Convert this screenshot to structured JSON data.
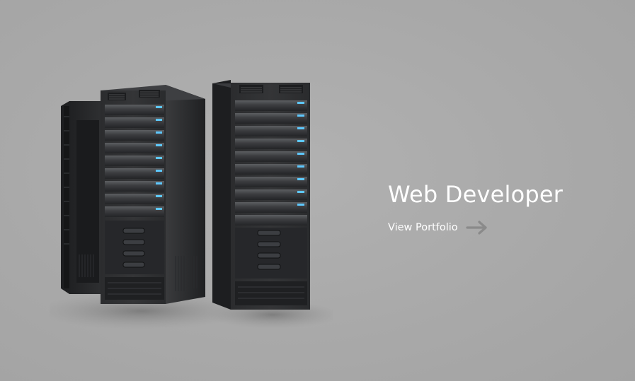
{
  "hero": {
    "headline": "Web Developer",
    "cta_label": "View Portfolio",
    "illustration": "server-racks",
    "cta_icon": "arrow-right-icon"
  },
  "colors": {
    "background": "#aaaaaa",
    "text": "#ffffff",
    "arrow": "#8a8a8a"
  }
}
